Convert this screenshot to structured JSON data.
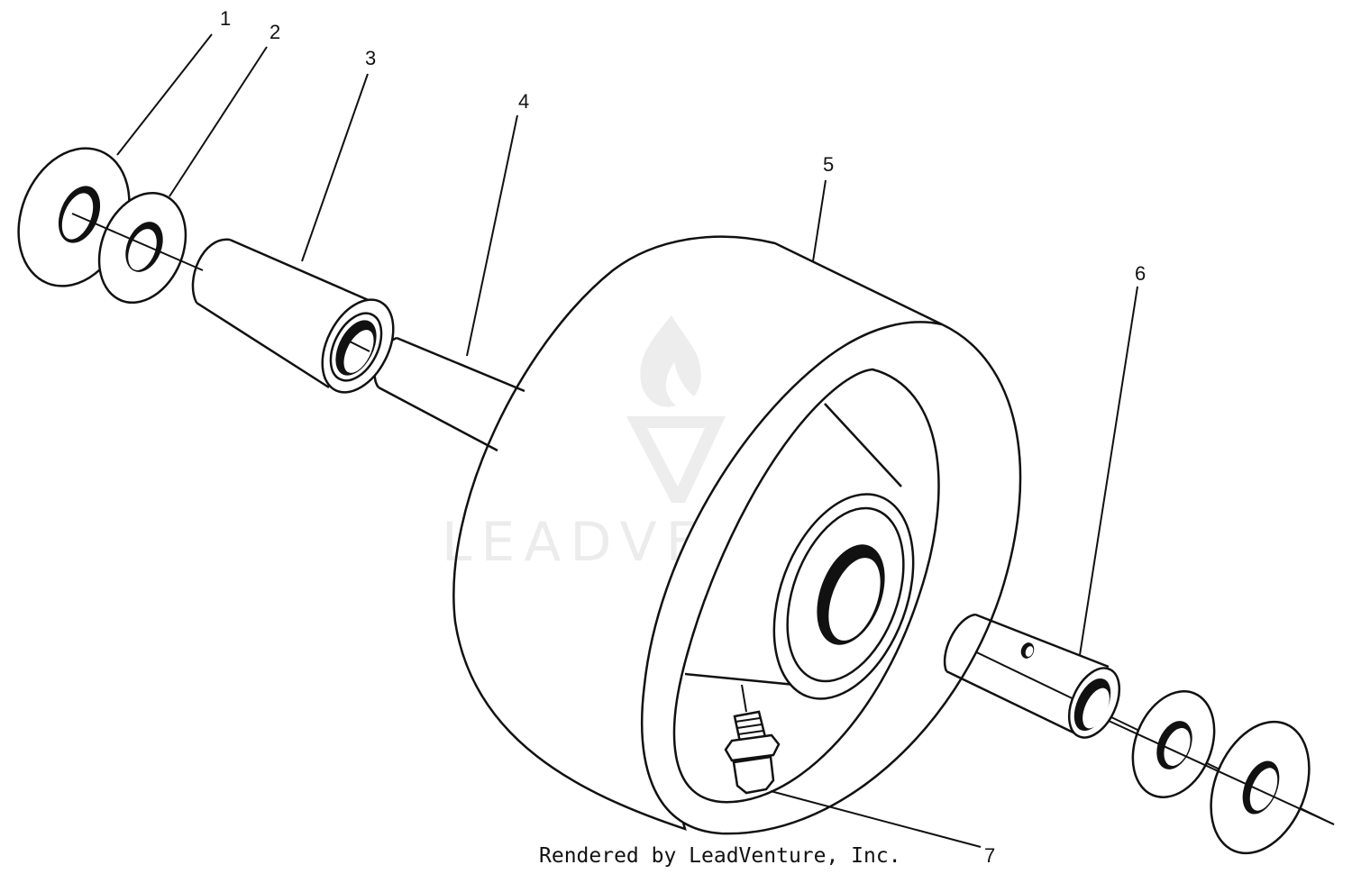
{
  "callouts": [
    {
      "id": "1",
      "label": "1"
    },
    {
      "id": "2",
      "label": "2"
    },
    {
      "id": "3",
      "label": "3"
    },
    {
      "id": "4",
      "label": "4"
    },
    {
      "id": "5",
      "label": "5"
    },
    {
      "id": "6",
      "label": "6"
    },
    {
      "id": "7",
      "label": "7"
    }
  ],
  "watermark": {
    "text": "LEADVENTURE"
  },
  "credit": "Rendered by LeadVenture, Inc."
}
